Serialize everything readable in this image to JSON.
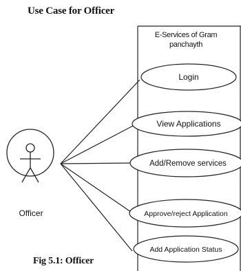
{
  "title": "Use Case for Officer",
  "caption": "Fig 5.1: Officer",
  "system_boundary": {
    "label": "E-Services of Gram panchayth"
  },
  "actor": {
    "label": "Officer"
  },
  "use_cases": [
    {
      "id": "login",
      "label": "Login"
    },
    {
      "id": "view-applications",
      "label": "View Applications"
    },
    {
      "id": "add-remove-services",
      "label": "Add/Remove services"
    },
    {
      "id": "approve-reject-application",
      "label": "Approve/reject Application"
    },
    {
      "id": "add-application-status",
      "label": "Add Application Status"
    }
  ]
}
